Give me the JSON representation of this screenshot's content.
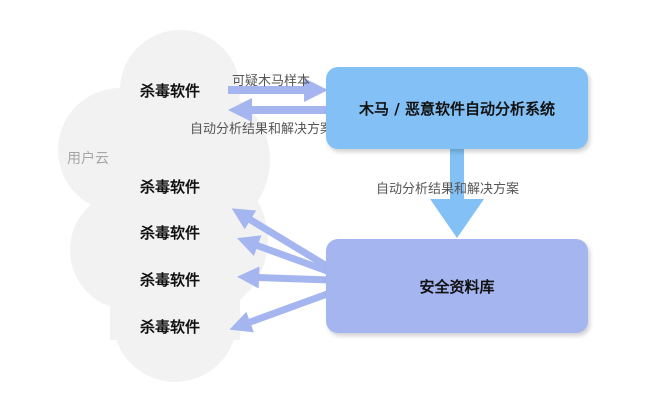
{
  "cloud": {
    "label": "用户云",
    "antivirus_items": [
      "杀毒软件",
      "杀毒软件",
      "杀毒软件",
      "杀毒软件",
      "杀毒软件"
    ]
  },
  "boxes": {
    "trojan_system": "木马 / 恶意软件自动分析系统",
    "security_db": "安全资料库"
  },
  "arrows": {
    "sample_upload": "可疑木马样本",
    "result_back": "自动分析结果和解决方案",
    "result_down": "自动分析结果和解决方案"
  },
  "colors": {
    "cloud_fill": "#f2f2f2",
    "trojan_box": "#82c0f5",
    "db_box": "#a4b5f0",
    "arrow_light_blue": "#82c0f5",
    "arrow_periwinkle": "#a4b5f0"
  }
}
